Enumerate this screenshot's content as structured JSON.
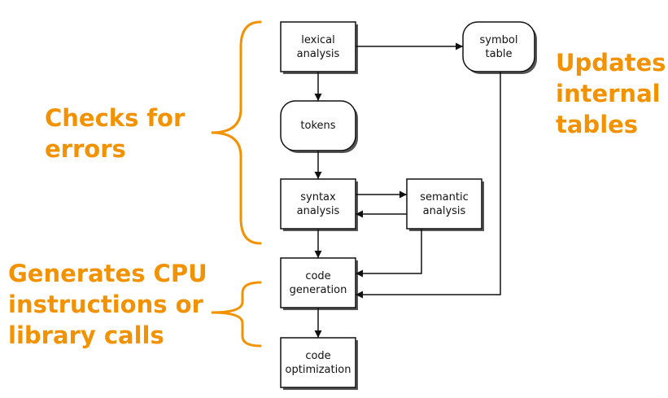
{
  "nodes": [
    {
      "id": "lexical",
      "label": "lexical\nanalysis",
      "shape": "rect"
    },
    {
      "id": "symbol",
      "label": "symbol\ntable",
      "shape": "rounded"
    },
    {
      "id": "tokens",
      "label": "tokens",
      "shape": "rounded"
    },
    {
      "id": "syntax",
      "label": "syntax\nanalysis",
      "shape": "rect"
    },
    {
      "id": "semantic",
      "label": "semantic\nanalysis",
      "shape": "rect"
    },
    {
      "id": "codegen",
      "label": "code\ngeneration",
      "shape": "rect"
    },
    {
      "id": "codeopt",
      "label": "code\noptimization",
      "shape": "rect"
    }
  ],
  "edges": [
    {
      "from": "lexical",
      "to": "symbol"
    },
    {
      "from": "lexical",
      "to": "tokens"
    },
    {
      "from": "tokens",
      "to": "syntax"
    },
    {
      "from": "syntax",
      "to": "semantic"
    },
    {
      "from": "semantic",
      "to": "syntax"
    },
    {
      "from": "syntax",
      "to": "codegen"
    },
    {
      "from": "semantic",
      "to": "codegen"
    },
    {
      "from": "symbol",
      "to": "codegen"
    },
    {
      "from": "codegen",
      "to": "codeopt"
    }
  ],
  "annotations": {
    "checks_errors": "Checks for\nerrors",
    "updates_tables": "Updates\ninternal\ntables",
    "generates": "Generates CPU\ninstructions or\nlibrary calls"
  },
  "colors": {
    "accent": "#f39200",
    "stroke": "#111111",
    "shadow": "#555555"
  }
}
